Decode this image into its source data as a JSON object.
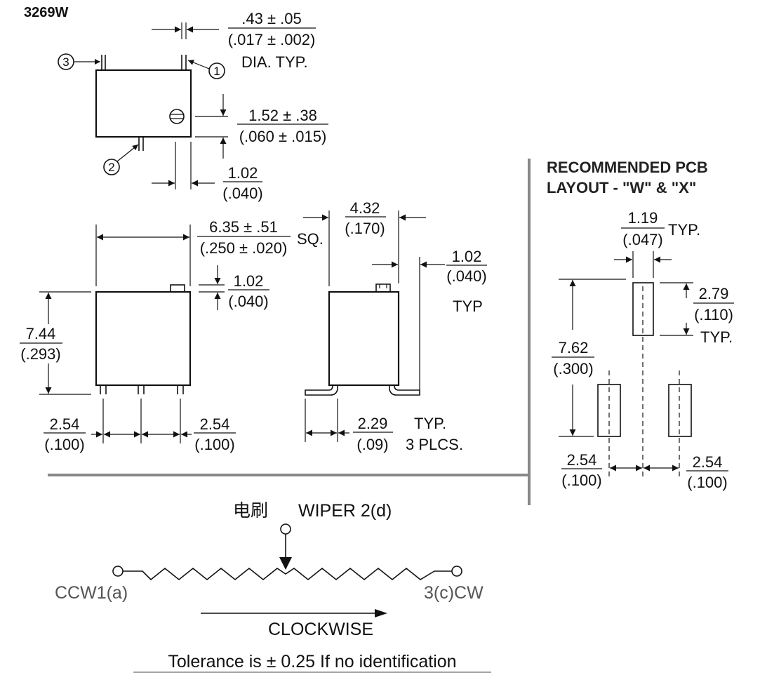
{
  "model": "3269W",
  "pin_dia": {
    "mm": ".43 ± .05",
    "inch": "(.017 ± .002)",
    "note": "DIA. TYP."
  },
  "pin_labels": {
    "p1": "1",
    "p2": "2",
    "p3": "3"
  },
  "adj_offset": {
    "mm": "1.52 ± .38",
    "inch": "(.060 ± .015)"
  },
  "pin2_offset": {
    "mm": "1.02",
    "inch": "(.040)"
  },
  "square": {
    "mm": "6.35 ± .51",
    "inch": "(.250 ± .020)",
    "note": "SQ."
  },
  "knob_height": {
    "mm": "1.02",
    "inch": "(.040)"
  },
  "body_height": {
    "mm": "7.44",
    "inch": "(.293)"
  },
  "pitch_left": {
    "mm": "2.54",
    "inch": "(.100)"
  },
  "pitch_right": {
    "mm": "2.54",
    "inch": "(.100)"
  },
  "side_width": {
    "mm": "4.32",
    "inch": "(.170)"
  },
  "side_lead": {
    "mm": "1.02",
    "inch": "(.040)",
    "note": "TYP"
  },
  "foot": {
    "mm": "2.29",
    "inch": "(.09)",
    "note1": "TYP.",
    "note2": "3 PLCS."
  },
  "pcb": {
    "title1": "RECOMMENDED PCB",
    "title2": "LAYOUT - \"W\" & \"X\"",
    "pad_w": {
      "mm": "1.19",
      "inch": "(.047)",
      "note": "TYP."
    },
    "pad_l": {
      "mm": "2.79",
      "inch": "(.110)",
      "note": "TYP."
    },
    "row": {
      "mm": "7.62",
      "inch": "(.300)"
    },
    "pitch_left": {
      "mm": "2.54",
      "inch": "(.100)"
    },
    "pitch_right": {
      "mm": "2.54",
      "inch": "(.100)"
    }
  },
  "schematic": {
    "wiper_cn": "电刷",
    "wiper": "WIPER 2(d)",
    "ccw": "CCW1(a)",
    "cw": "3(c)CW",
    "direction": "CLOCKWISE"
  },
  "tolerance": "Tolerance is ± 0.25 If no identification",
  "colors": {
    "ink": "#111111",
    "rule": "#888888",
    "paper": "#ffffff"
  }
}
